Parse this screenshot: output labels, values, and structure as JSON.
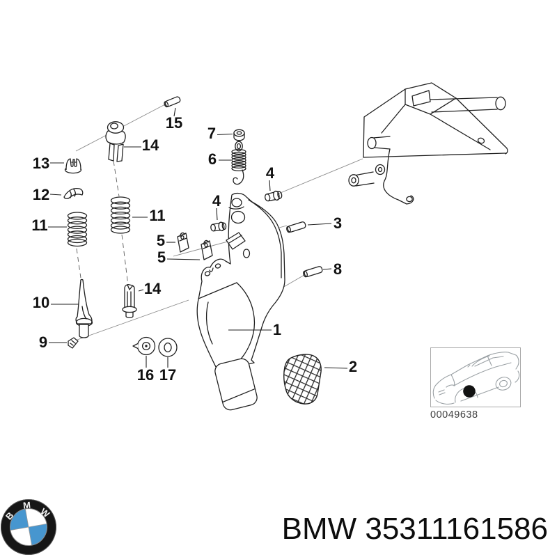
{
  "diagram": {
    "callouts": [
      {
        "label": "15"
      },
      {
        "label": "14"
      },
      {
        "label": "13"
      },
      {
        "label": "12"
      },
      {
        "label": "11"
      },
      {
        "label": "11"
      },
      {
        "label": "10"
      },
      {
        "label": "9"
      },
      {
        "label": "14"
      },
      {
        "label": "16"
      },
      {
        "label": "17"
      },
      {
        "label": "7"
      },
      {
        "label": "6"
      },
      {
        "label": "4"
      },
      {
        "label": "4"
      },
      {
        "label": "5"
      },
      {
        "label": "5"
      },
      {
        "label": "3"
      },
      {
        "label": "8"
      },
      {
        "label": "1"
      },
      {
        "label": "2"
      }
    ],
    "thumbnail": {
      "caption": "00049638"
    },
    "colors": {
      "line": "#1f1f1f",
      "thumb_line": "#9aa0a4",
      "caption_text": "#3f3f3f"
    }
  },
  "footer": {
    "title": "BMW 35311161586",
    "logo": {
      "letters": [
        "B",
        "M",
        "W"
      ],
      "blue": "#4796cf",
      "ring": "#161616"
    }
  }
}
